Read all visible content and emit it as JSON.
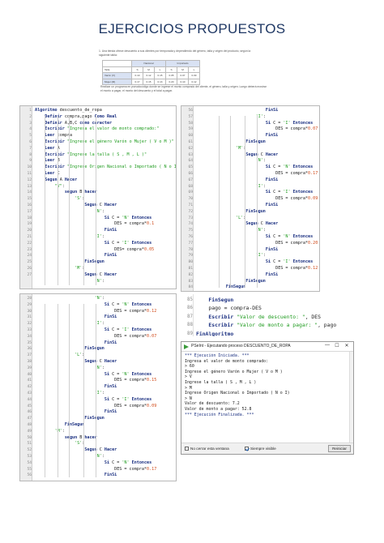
{
  "title": "EJERCICIOS PROPUESTOS",
  "intro": "1. Una tienda ofrece descuento a sus clientes por temporada y dependiendo del género, talla y origen del producto, según la siguiente tabla:",
  "table": {
    "h1": "Nacional",
    "h2": "Importado",
    "header_row_label": "Talla",
    "sub": [
      "S",
      "M",
      "L",
      "S",
      "M",
      "L"
    ],
    "rows": [
      {
        "label": "Varón (V)",
        "vals": [
          "0.10",
          "0.12",
          "0.15",
          "0.05",
          "0.07",
          "0.09"
        ]
      },
      {
        "label": "Mujer (M)",
        "vals": [
          "0.17",
          "0.15",
          "0.13",
          "0.20",
          "0.10",
          "0.12"
        ]
      }
    ]
  },
  "after": "Realizar un programa en pseudocódigo donde se ingrese el monto comprado del cliente, el género, talla y origen. Luego deberá mostrar el monto a pagar, el monto del descuento y el total a pagar.",
  "code1": [
    {
      "n": "1",
      "t": "Algoritmo descuento_de_ropa"
    },
    {
      "n": "2",
      "t": "    Definir compra,pago Como Real"
    },
    {
      "n": "3",
      "t": "    Definir A,B,C como caracter"
    },
    {
      "n": "4",
      "t": "    Escribir \"Ingresa el valor de monto comprado:\""
    },
    {
      "n": "5",
      "t": "    Leer compra"
    },
    {
      "n": "6",
      "t": "    Escribir \"Ingrese el género Varón o Mujer ( V o M )\""
    },
    {
      "n": "7",
      "t": "    Leer A"
    },
    {
      "n": "8",
      "t": "    Escribir \"Ingrese la talla ( S , M , L )\""
    },
    {
      "n": "9",
      "t": "    Leer B"
    },
    {
      "n": "10",
      "t": "    Escribir \"Ingrese Origen Nacional o Importado ( N o I)\""
    },
    {
      "n": "11",
      "t": "    Leer C"
    },
    {
      "n": "12",
      "t": "    Segun A Hacer"
    },
    {
      "n": "13",
      "t": "        \"V\":"
    },
    {
      "n": "14",
      "t": "            segun B hacer"
    },
    {
      "n": "15",
      "t": "                'S':"
    },
    {
      "n": "16",
      "t": "                    Segun C Hacer"
    },
    {
      "n": "17",
      "t": "                        'N':"
    },
    {
      "n": "18",
      "t": "                            Si C = 'N' Entonces"
    },
    {
      "n": "19",
      "t": "                                DES = compra*0.1"
    },
    {
      "n": "20",
      "t": "                            FinSi"
    },
    {
      "n": "21",
      "t": "                        'I':"
    },
    {
      "n": "22",
      "t": "                            Si C = 'I' Entonces"
    },
    {
      "n": "23",
      "t": "                                DES= compra*0.05"
    },
    {
      "n": "24",
      "t": "                            FinSi"
    },
    {
      "n": "25",
      "t": "                    FinSegun"
    },
    {
      "n": "26",
      "t": "                'M':"
    },
    {
      "n": "27",
      "t": "                    Segun C Hacer"
    },
    {
      "n": "",
      "t": "                        'N':"
    }
  ],
  "code2": [
    {
      "n": "28",
      "t": "                        'N':"
    },
    {
      "n": "29",
      "t": "                            Si C = 'N' Entonces"
    },
    {
      "n": "30",
      "t": "                                DES = compra*0.12"
    },
    {
      "n": "31",
      "t": "                            FinSi"
    },
    {
      "n": "32",
      "t": "                        'I':"
    },
    {
      "n": "33",
      "t": "                            Si C = 'I' Entonces"
    },
    {
      "n": "34",
      "t": "                                DES = compra*0.07"
    },
    {
      "n": "35",
      "t": "                            FinSi"
    },
    {
      "n": "36",
      "t": "                    FinSegun"
    },
    {
      "n": "37",
      "t": "                'L':"
    },
    {
      "n": "38",
      "t": "                    Segun C Hacer"
    },
    {
      "n": "39",
      "t": "                        'N':"
    },
    {
      "n": "40",
      "t": "                            Si C = 'N' Entonces"
    },
    {
      "n": "41",
      "t": "                                DES = compra*0.15"
    },
    {
      "n": "42",
      "t": "                            FinSi"
    },
    {
      "n": "43",
      "t": "                        'I':"
    },
    {
      "n": "44",
      "t": "                            Si C = 'I' Entonces"
    },
    {
      "n": "45",
      "t": "                                DES = compra*0.09"
    },
    {
      "n": "46",
      "t": "                            FinSi"
    },
    {
      "n": "47",
      "t": "                    FinSegun"
    },
    {
      "n": "48",
      "t": "            FinSegun"
    },
    {
      "n": "49",
      "t": "        'M':"
    },
    {
      "n": "50",
      "t": "            segun B hacer"
    },
    {
      "n": "51",
      "t": "                'S':"
    },
    {
      "n": "52",
      "t": "                    Segun C Hacer"
    },
    {
      "n": "53",
      "t": "                        'N':"
    },
    {
      "n": "54",
      "t": "                            Si C = 'N' Entonces"
    },
    {
      "n": "55",
      "t": "                                DES = compra*0.17"
    },
    {
      "n": "56",
      "t": "                            FinSi"
    }
  ],
  "code3": [
    {
      "n": "56",
      "t": "                            FinSi"
    },
    {
      "n": "57",
      "t": "                        'I':"
    },
    {
      "n": "58",
      "t": "                            Si C = 'I' Entonces"
    },
    {
      "n": "59",
      "t": "                                DES = compra*0.07"
    },
    {
      "n": "60",
      "t": "                            FinSi"
    },
    {
      "n": "61",
      "t": "                    FinSegun"
    },
    {
      "n": "62",
      "t": "                'M':"
    },
    {
      "n": "63",
      "t": "                    Segun C Hacer"
    },
    {
      "n": "64",
      "t": "                        'N':"
    },
    {
      "n": "65",
      "t": "                            Si C = 'N' Entonces"
    },
    {
      "n": "66",
      "t": "                                DES = compra*0.17"
    },
    {
      "n": "67",
      "t": "                            FinSi"
    },
    {
      "n": "68",
      "t": "                        'I':"
    },
    {
      "n": "69",
      "t": "                            Si C = 'I' Entonces"
    },
    {
      "n": "70",
      "t": "                                DES = compra*0.09"
    },
    {
      "n": "71",
      "t": "                            FinSi"
    },
    {
      "n": "72",
      "t": "                    FinSegun"
    },
    {
      "n": "73",
      "t": "                'L':"
    },
    {
      "n": "74",
      "t": "                    Segun C Hacer"
    },
    {
      "n": "75",
      "t": "                        'N':"
    },
    {
      "n": "76",
      "t": "                            Si C = 'N' Entonces"
    },
    {
      "n": "77",
      "t": "                                DES = compra*0.20"
    },
    {
      "n": "78",
      "t": "                            FinSi"
    },
    {
      "n": "79",
      "t": "                        'I':"
    },
    {
      "n": "80",
      "t": "                            Si C = 'I' Entonces"
    },
    {
      "n": "81",
      "t": "                                DES = compra*0.12"
    },
    {
      "n": "82",
      "t": "                            FinSi"
    },
    {
      "n": "83",
      "t": "                    FinSegun"
    },
    {
      "n": "84",
      "t": "            FinSegun"
    }
  ],
  "code4": [
    {
      "n": "85",
      "t": "    FinSegun"
    },
    {
      "n": "86",
      "t": "    pago = compra-DES"
    },
    {
      "n": "87",
      "t": "    Escribir \"Valor de descuento: \", DES"
    },
    {
      "n": "88",
      "t": "    Escribir \"Valor de monto a pagar: \", pago"
    },
    {
      "n": "89",
      "t": "FinAlgoritmo"
    }
  ],
  "terminal": {
    "title": "PSeInt - Ejecutando proceso DESCUENTO_DE_ROPA",
    "lines": [
      "*** Ejecución Iniciada. ***",
      "Ingresa el valor de monto comprado:",
      "> 60",
      "Ingrese el género Varón o Mujer ( V o M )",
      "> V",
      "Ingrese la talla ( S , M , L )",
      "> M",
      "Ingrese Origen Nacional o Importado ( N o I)",
      "> N",
      "Valor de descuento: 7.2",
      "Valor de monto a pagar: 52.8",
      "*** Ejecución Finalizada. ***"
    ],
    "no_close_label": "No cerrar esta ventana",
    "always_visible_label": "Siempre visible",
    "always_visible_checked": true,
    "no_close_checked": false,
    "restart_label": "Reiniciar",
    "minimize": "—",
    "maximize": "☐",
    "close": "✕"
  },
  "colors": {
    "title": "#1f3864",
    "keyword": "#1a2f80",
    "string": "#1f9b1f",
    "number": "#d04a1a"
  }
}
